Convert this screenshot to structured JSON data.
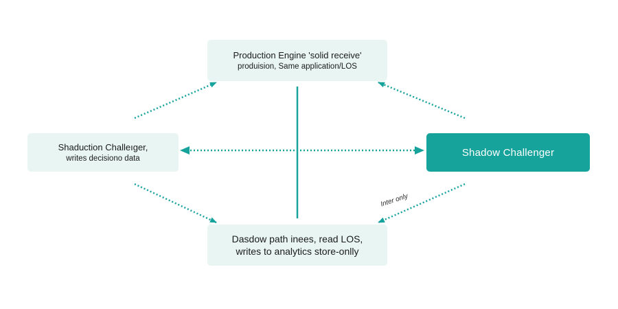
{
  "nodes": {
    "top": {
      "line1": "Production Engine 'solid receive'",
      "line2": "produision,  Same application/LOS"
    },
    "left": {
      "line1": "Shaduction Challeıger,",
      "line2": "writes decisiono data"
    },
    "right": {
      "line1": "Shadow Challenger"
    },
    "bottom": {
      "line1": "Dasdow path inees, read LOS,",
      "line2": "writes to analytics store-onlly"
    }
  },
  "edge_labels": {
    "right_to_bottom": "Inter only"
  },
  "colors": {
    "accent": "#16a39c",
    "node_fill_light": "#e8f5f3",
    "node_fill_dark": "#16a39c",
    "text": "#1a1a1a"
  }
}
